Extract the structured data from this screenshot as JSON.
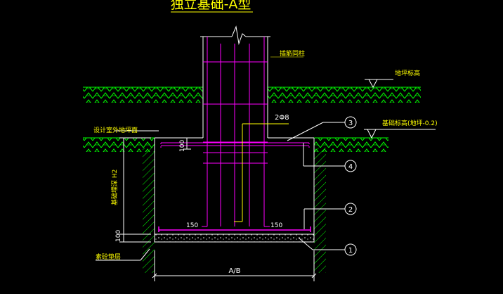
{
  "title": "独立基础-A型",
  "labels": {
    "column": "插筋同柱",
    "ground": "地坪标高",
    "rebar": "2Φ8",
    "foundation_elev": "基础标高(地坪-0.2)",
    "design_surface": "设计室外地坪面",
    "depth": "基础埋深 H2",
    "cushion": "素砼垫层",
    "width": "A/B"
  },
  "dimensions": {
    "d100_top": "100",
    "d100_bottom": "100",
    "d150_left": "150",
    "d150_right": "150"
  },
  "callouts": [
    "3",
    "4",
    "2",
    "1"
  ],
  "colors": {
    "background": "#000000",
    "outline": "#ffffff",
    "hatch": "#00ff00",
    "rebar": "#ff00ff",
    "stirrup": "#ffff00",
    "text": "#ffff00"
  }
}
